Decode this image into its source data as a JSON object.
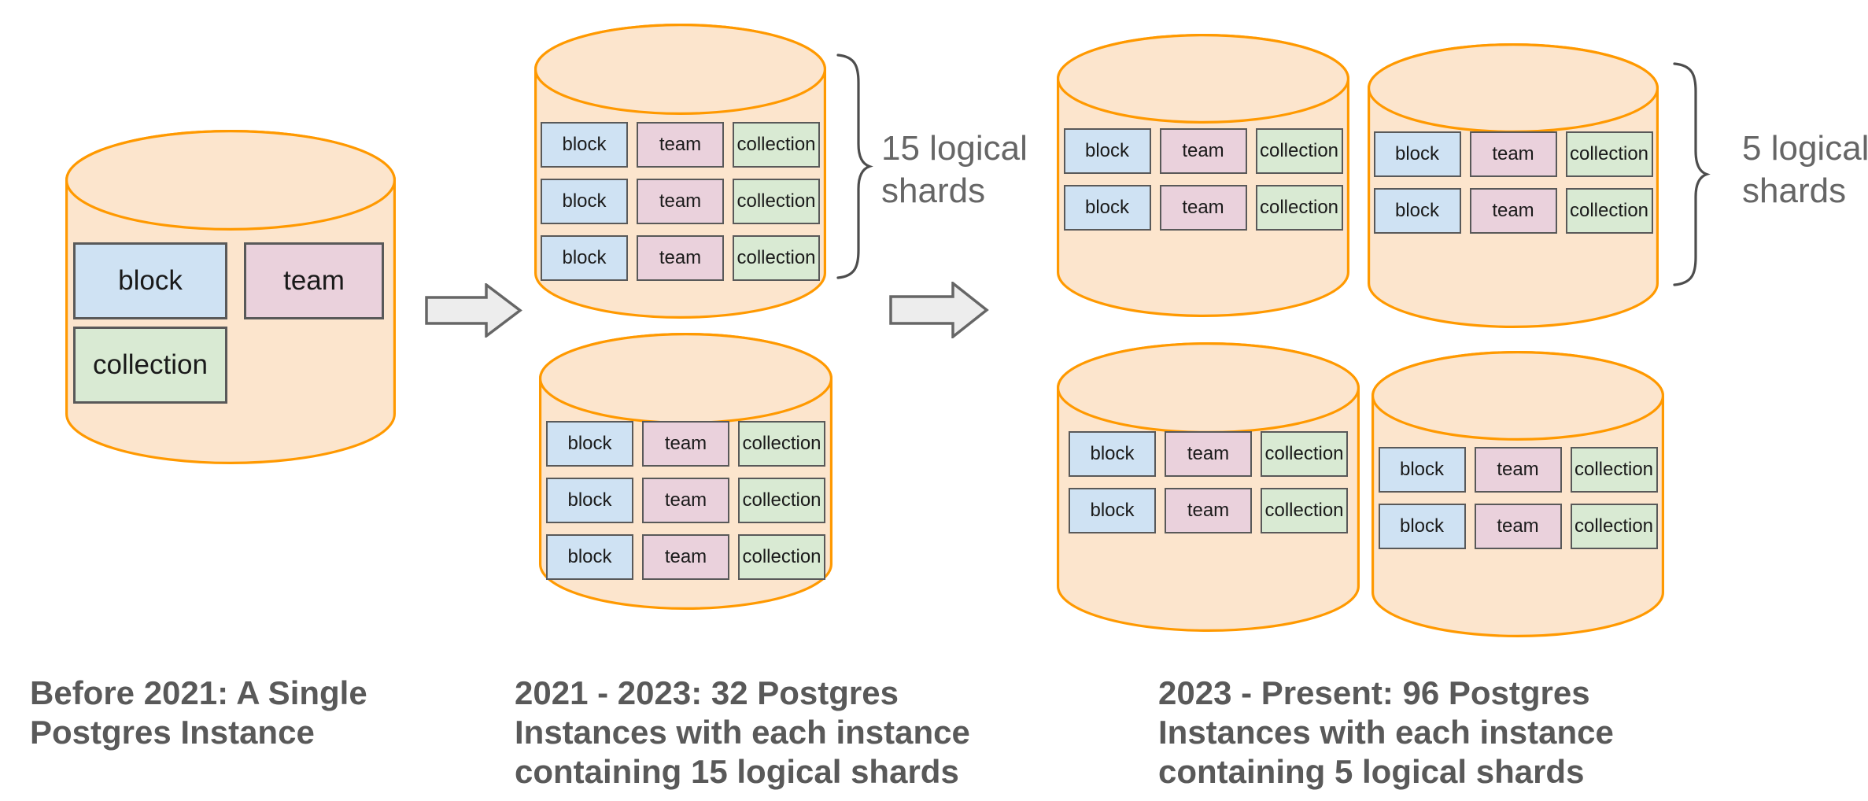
{
  "diagram": {
    "tables": [
      {
        "name": "block",
        "fill": "#CFE2F3"
      },
      {
        "name": "team",
        "fill": "#EAD1DC"
      },
      {
        "name": "collection",
        "fill": "#D9EAD3"
      }
    ],
    "stages": [
      {
        "id": "before-2021",
        "caption_lines": [
          "Before 2021: A Single",
          "Postgres Instance"
        ],
        "cylinders_shown": 1
      },
      {
        "id": "2021-2023",
        "caption_lines": [
          "2021 - 2023: 32 Postgres",
          "Instances with each instance",
          "containing 15 logical shards"
        ],
        "brace_label_lines": [
          "15 logical",
          "shards"
        ],
        "cylinders_shown": 2,
        "shard_rows_per_cylinder": 3
      },
      {
        "id": "2023-present",
        "caption_lines": [
          "2023 - Present: 96 Postgres",
          "Instances with each instance",
          "containing 5 logical shards"
        ],
        "brace_label_lines": [
          "5 logical",
          "shards"
        ],
        "cylinders_shown": 4,
        "shard_rows_per_cylinder": 2
      }
    ]
  },
  "colors": {
    "background": "#FFFFFF",
    "cylinder_fill": "#FCE5CD",
    "cylinder_stroke": "#FF9900",
    "box_border": "#595959",
    "box_text": "#1A1A1A",
    "caption_text": "#595959",
    "brace_label_text": "#666666",
    "brace_stroke": "#4D4D4D",
    "arrow_fill": "#EDEDED",
    "arrow_stroke": "#666666"
  }
}
